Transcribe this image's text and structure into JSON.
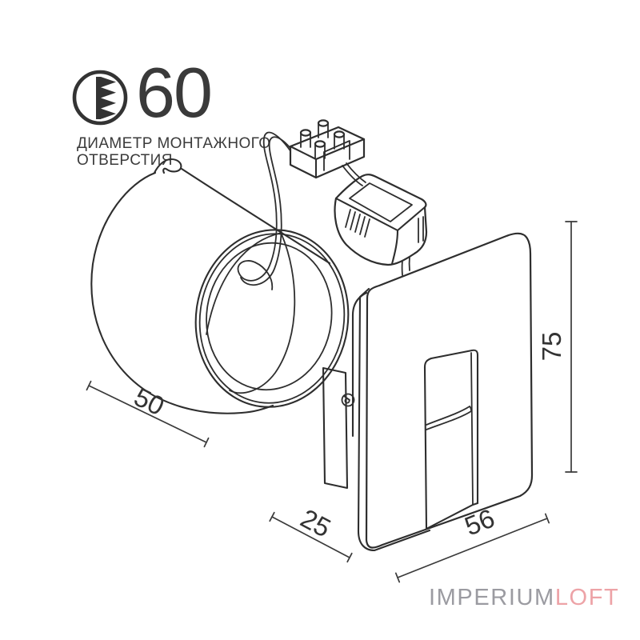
{
  "header": {
    "icon": "mounting-hole-diameter-icon",
    "value": "60",
    "caption_line1": "ДИАМЕТР МОНТАЖНОГО",
    "caption_line2": "ОТВЕРСТИЯ"
  },
  "drawing": {
    "description": "exploded isometric line drawing of recessed wall light: mounting cup, terminal block, LED driver, faceplate",
    "dimensions": {
      "cup_diameter": "50",
      "fixture_depth": "25",
      "fixture_width": "56",
      "fixture_height": "75"
    }
  },
  "watermark": {
    "brand_primary": "IMPERIUM",
    "brand_secondary": "LOFT"
  },
  "colors": {
    "line": "#2e2e2e",
    "text": "#3a3a3a",
    "logo_gray": "#9b9ba1",
    "logo_pink": "#eda3a7",
    "background": "#ffffff"
  }
}
